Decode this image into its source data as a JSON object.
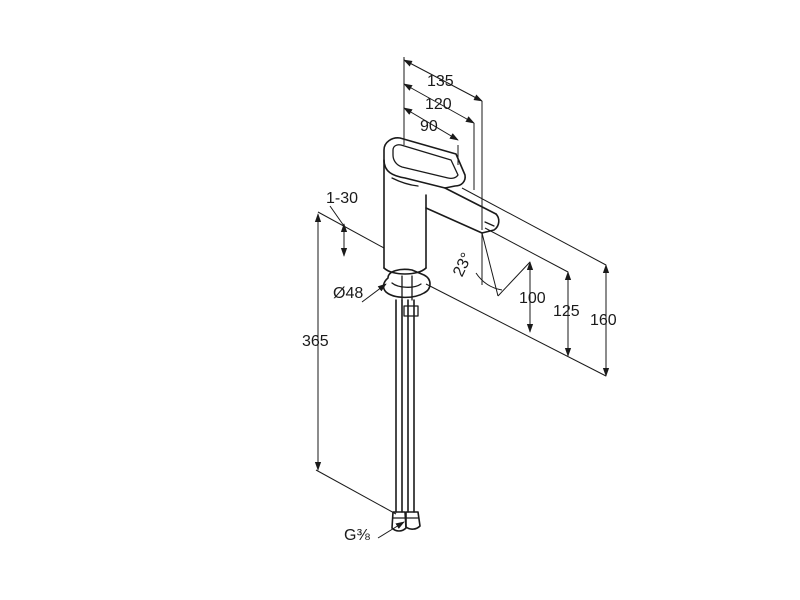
{
  "dimensions": {
    "d135": "135",
    "d120": "120",
    "d90": "90",
    "d1_30": "1-30",
    "angle": "23°",
    "d100": "100",
    "d125": "125",
    "d160": "160",
    "dia48": "Ø48",
    "d365": "365",
    "thread": "G⅜"
  },
  "colors": {
    "line": "#1a1a1a",
    "background": "#ffffff"
  }
}
